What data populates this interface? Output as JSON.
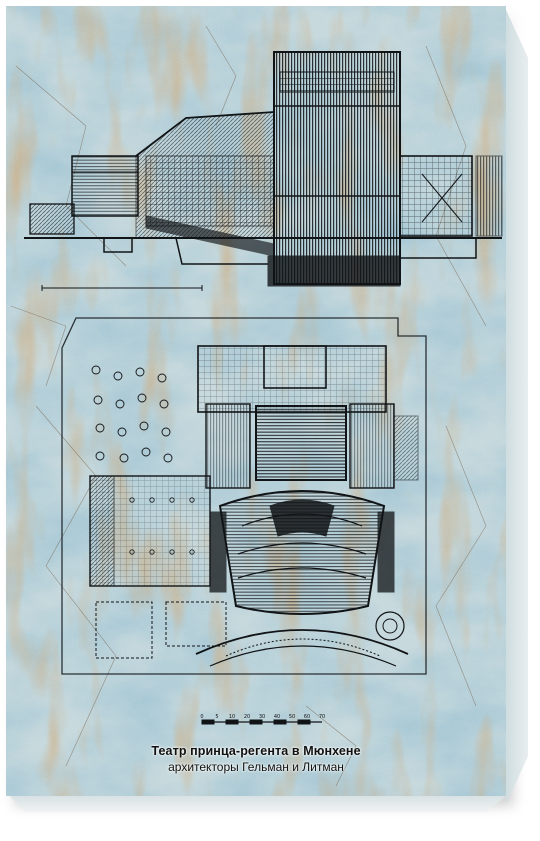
{
  "artwork": {
    "title": "Театр принца-регента в Мюнхене",
    "subtitle": "архитекторы Гельман и Литман",
    "scale_ticks": [
      "0",
      "5",
      "10",
      "20",
      "30",
      "40",
      "50",
      "60",
      "70"
    ],
    "colors": {
      "paper_blue": "#8fb3c2",
      "paper_light": "#d5e3e6",
      "rust": "#a06a3a",
      "ink": "#111417"
    }
  }
}
